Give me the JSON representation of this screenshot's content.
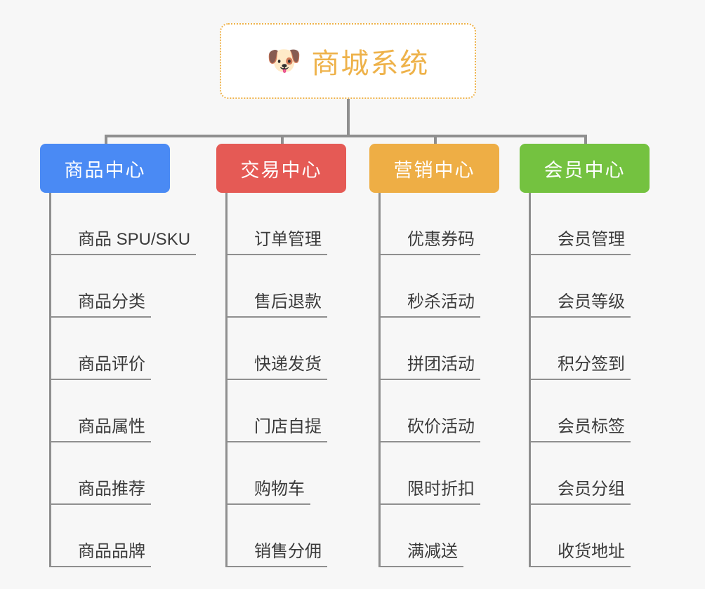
{
  "root": {
    "icon": "dog-face-emoji",
    "icon_glyph": "🐶",
    "title": "商城系统",
    "border_color": "#eeb24a",
    "text_color": "#eeb24a",
    "background": "#ffffff"
  },
  "canvas": {
    "background": "#f7f7f7",
    "connector_color": "#8f8f8f"
  },
  "columns": [
    {
      "title": "商品中心",
      "color": "#4a8af4",
      "items": [
        "商品 SPU/SKU",
        "商品分类",
        "商品评价",
        "商品属性",
        "商品推荐",
        "商品品牌"
      ]
    },
    {
      "title": "交易中心",
      "color": "#e55a55",
      "items": [
        "订单管理",
        "售后退款",
        "快递发货",
        "门店自提",
        "购物车",
        "销售分佣"
      ]
    },
    {
      "title": "营销中心",
      "color": "#eeae45",
      "items": [
        "优惠券码",
        "秒杀活动",
        "拼团活动",
        "砍价活动",
        "限时折扣",
        "满减送"
      ]
    },
    {
      "title": "会员中心",
      "color": "#74c240",
      "items": [
        "会员管理",
        "会员等级",
        "积分签到",
        "会员标签",
        "会员分组",
        "收货地址"
      ]
    }
  ]
}
